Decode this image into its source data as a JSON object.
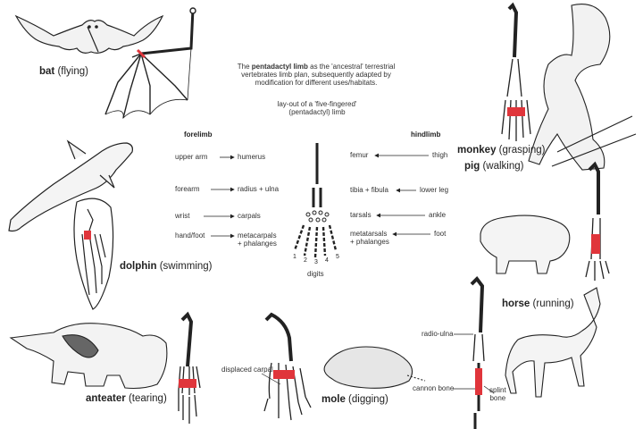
{
  "intro": {
    "line1_pre": "The ",
    "line1_bold": "pentadactyl limb",
    "line1_post": " as the 'ancestral' terrestrial",
    "line2": "vertebrates limb plan, subsequently adapted by",
    "line3": "modification for different uses/habitats.",
    "layout1": "lay-out of a 'five-fingered'",
    "layout2": "(pentadactyl) limb"
  },
  "forelimb": {
    "heading": "forelimb",
    "rows": [
      {
        "part": "upper arm",
        "bone": "humerus",
        "bone2": ""
      },
      {
        "part": "forearm",
        "bone": "radius + ulna",
        "bone2": ""
      },
      {
        "part": "wrist",
        "bone": "carpals",
        "bone2": ""
      },
      {
        "part": "hand/foot",
        "bone": "metacarpals",
        "bone2": "+ phalanges"
      }
    ]
  },
  "hindlimb": {
    "heading": "hindlimb",
    "rows": [
      {
        "part": "thigh",
        "bone": "femur",
        "bone2": ""
      },
      {
        "part": "lower leg",
        "bone": "tibia + fibula",
        "bone2": ""
      },
      {
        "part": "ankle",
        "bone": "tarsals",
        "bone2": ""
      },
      {
        "part": "foot",
        "bone": "metatarsals",
        "bone2": "+ phalanges"
      }
    ]
  },
  "digits_label": "digits",
  "digit_numbers": [
    "1",
    "2",
    "3",
    "4",
    "5"
  ],
  "animals": {
    "bat": {
      "name": "bat",
      "use": "(flying)"
    },
    "dolphin": {
      "name": "dolphin",
      "use": "(swimming)"
    },
    "anteater": {
      "name": "anteater",
      "use": "(tearing)"
    },
    "mole": {
      "name": "mole",
      "use": "(digging)"
    },
    "monkey": {
      "name": "monkey",
      "use": "(grasping)"
    },
    "pig": {
      "name": "pig",
      "use": "(walking)"
    },
    "horse": {
      "name": "horse",
      "use": "(running)"
    }
  },
  "annotations": {
    "displaced_carpal": "displaced carpal",
    "radio_ulna": "radio-ulna",
    "cannon_bone": "cannon bone",
    "splint_bone1": "splint",
    "splint_bone2": "bone"
  },
  "colors": {
    "highlight": "#e0353b",
    "ink": "#222222"
  }
}
